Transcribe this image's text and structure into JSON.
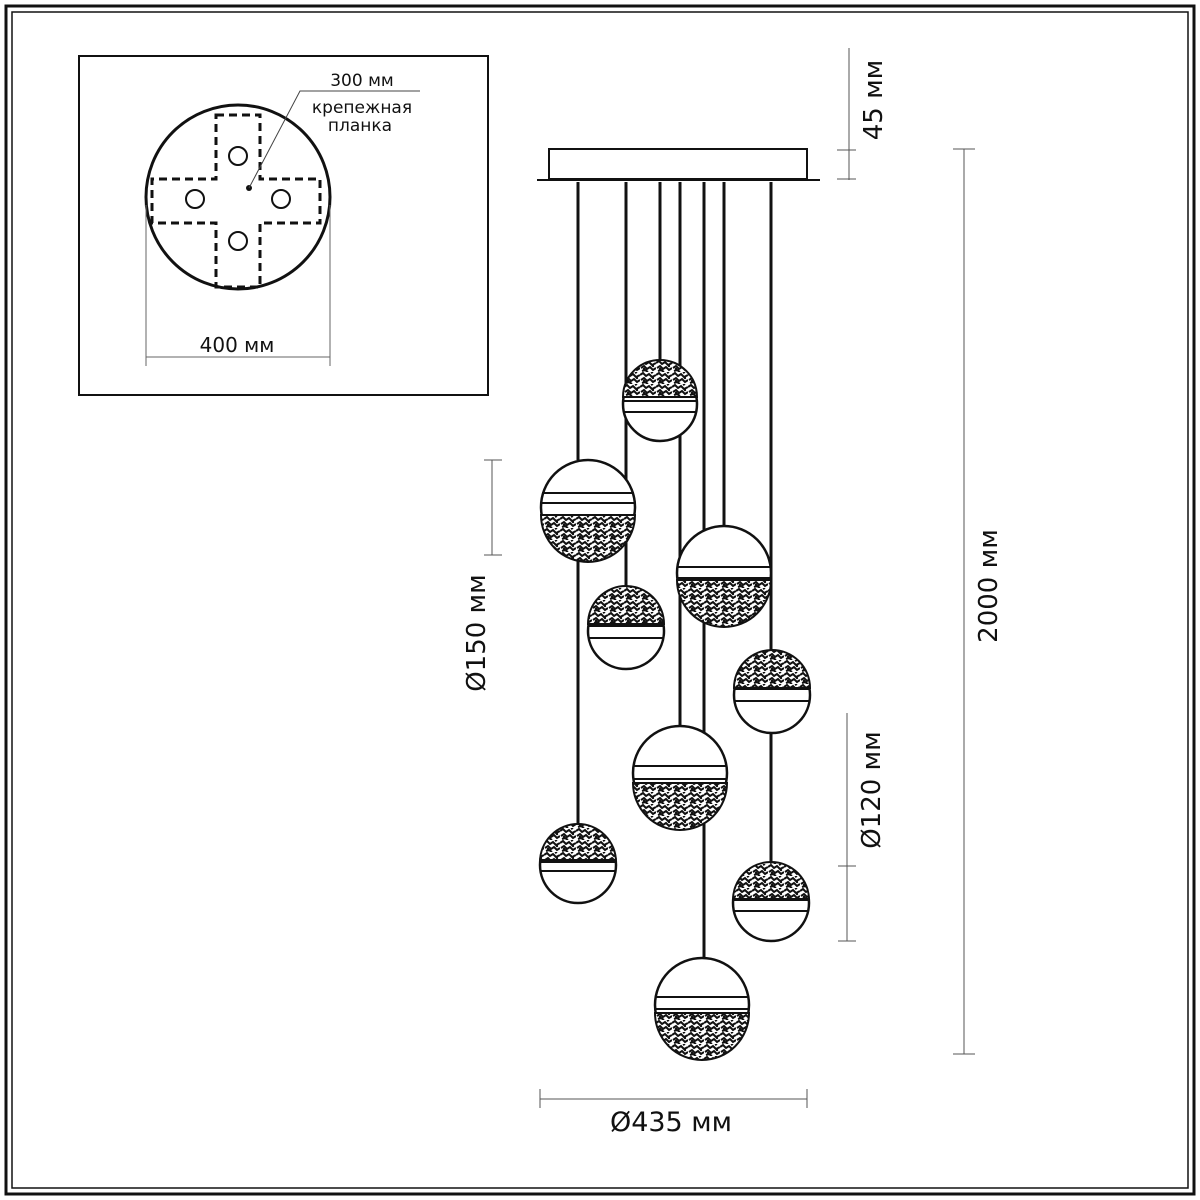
{
  "plan_view": {
    "bracket_diameter_label": "300 мм",
    "bracket_label_line1": "крепежная",
    "bracket_label_line2": "планка",
    "canopy_diameter_label": "400 мм"
  },
  "side_view": {
    "canopy_height_label": "45 мм",
    "overall_height_label": "2000 мм",
    "large_shade_label": "Ø150 мм",
    "small_shade_label": "Ø120 мм",
    "overall_diameter_label": "Ø435 мм"
  },
  "colors": {
    "line": "#111111",
    "dim": "#444444",
    "background": "#ffffff"
  }
}
